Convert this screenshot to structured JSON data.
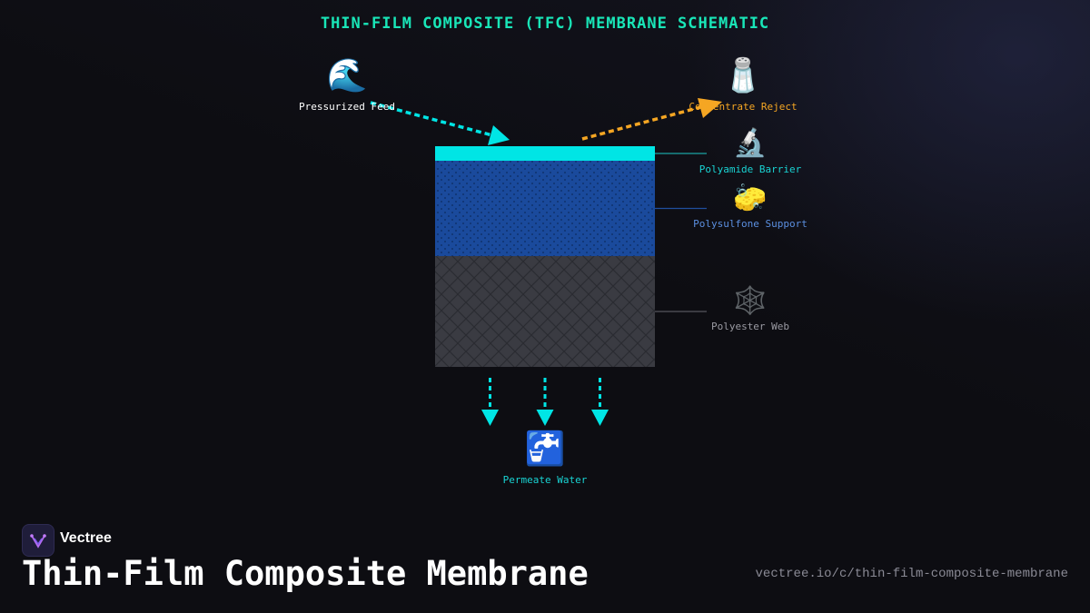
{
  "diagram": {
    "title": "THIN-FILM COMPOSITE (TFC) MEMBRANE SCHEMATIC",
    "colors": {
      "title": "#19e6b8",
      "barrier": "#00e5e5",
      "support": "#1a4a9c",
      "web": "#3a3b42",
      "feed_arrow": "#00e5e5",
      "reject_arrow": "#f5a623",
      "permeate_arrow": "#00e5e5"
    },
    "feed": {
      "icon": "water-wave-icon",
      "label": "Pressurized Feed"
    },
    "reject": {
      "icon": "salt-shaker-icon",
      "label": "Concentrate Reject"
    },
    "layers": [
      {
        "icon": "microscope-icon",
        "label": "Polyamide Barrier"
      },
      {
        "icon": "sponge-icon",
        "label": "Polysulfone Support"
      },
      {
        "icon": "spider-web-icon",
        "label": "Polyester Web"
      }
    ],
    "permeate": {
      "icon": "water-tap-icon",
      "label": "Permeate Water"
    }
  },
  "footer": {
    "brand": "Vectree",
    "heading": "Thin-Film Composite Membrane",
    "url": "vectree.io/c/thin-film-composite-membrane"
  }
}
